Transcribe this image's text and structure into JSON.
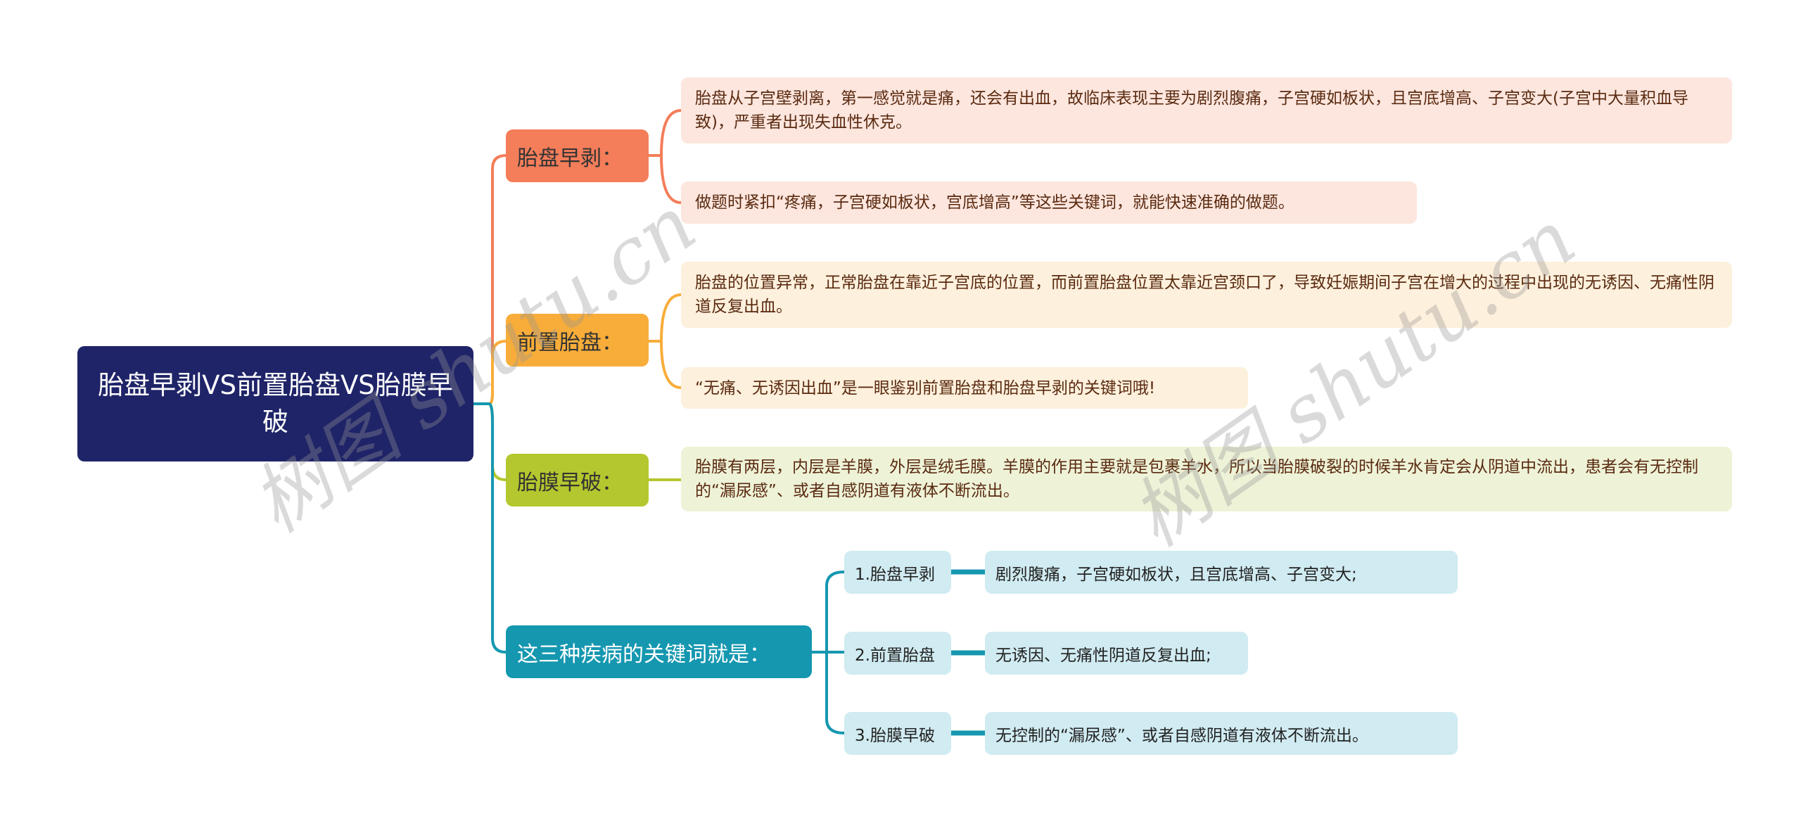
{
  "root": {
    "title": "胎盘早剥VS前置胎盘VS胎膜早破"
  },
  "branches": [
    {
      "label": "胎盘早剥：",
      "color": "#f47d5a",
      "leaf_bg": "#fde6de",
      "leaves": [
        "胎盘从子宫壁剥离，第一感觉就是痛，还会有出血，故临床表现主要为剧烈腹痛，子宫硬如板状，且宫底增高、子宫变大(子宫中大量积血导致)，严重者出现失血性休克。",
        "做题时紧扣“疼痛，子宫硬如板状，宫底增高”等这些关键词，就能快速准确的做题。"
      ]
    },
    {
      "label": "前置胎盘：",
      "color": "#f8ad3a",
      "leaf_bg": "#fdf0dc",
      "leaves": [
        "胎盘的位置异常，正常胎盘在靠近子宫底的位置，而前置胎盘位置太靠近宫颈口了，导致妊娠期间子宫在增大的过程中出现的无诱因、无痛性阴道反复出血。",
        "“无痛、无诱因出血”是一眼鉴别前置胎盘和胎盘早剥的关键词哦!"
      ]
    },
    {
      "label": "胎膜早破：",
      "color": "#b5c72e",
      "leaf_bg": "#eef3d8",
      "leaves": [
        "胎膜有两层，内层是羊膜，外层是绒毛膜。羊膜的作用主要就是包裹羊水，所以当胎膜破裂的时候羊水肯定会从阴道中流出，患者会有无控制的“漏尿感”、或者自感阴道有液体不断流出。"
      ]
    },
    {
      "label": "这三种疾病的关键词就是：",
      "color": "#1597b0",
      "items": [
        {
          "label": "1.胎盘早剥",
          "detail": "剧烈腹痛，子宫硬如板状，且宫底增高、子宫变大;"
        },
        {
          "label": "2.前置胎盘",
          "detail": "无诱因、无痛性阴道反复出血;"
        },
        {
          "label": "3.胎膜早破",
          "detail": "无控制的“漏尿感”、或者自感阴道有液体不断流出。"
        }
      ]
    }
  ],
  "watermark": "树图 shutu.cn"
}
